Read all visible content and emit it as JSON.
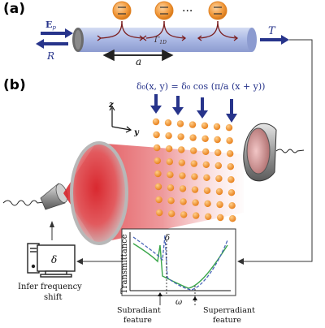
{
  "panel_a": {
    "label": "(a)",
    "probe_label": "E",
    "probe_sub": "p",
    "reflection_label": "R",
    "transmission_label": "T",
    "decay_label": "Γ",
    "decay_sub": "1D",
    "spacing_label": "a",
    "ellipsis": "···"
  },
  "panel_b": {
    "label": "(b)",
    "detuning_formula": "δ₀(x, y) = δ₀ cos (π/a (x + y))",
    "axis_z": "z",
    "axis_y": "y",
    "delta_box": "δ",
    "infer_line1": "Infer frequency",
    "infer_line2": "shift",
    "plot_ylabel": "Transmittance",
    "plot_xlabel": "ω",
    "plot_delta": "δ",
    "subradiant_line1": "Subradiant",
    "subradiant_line2": "feature",
    "superradiant_line1": "Superradiant",
    "superradiant_line2": "feature"
  },
  "colors": {
    "blue": "#27348b",
    "orange": "#f29a3c",
    "red": "#d8232a",
    "green": "#3aa64a",
    "dashed_blue": "#4a66b8",
    "waveguide": "#b8c4e8"
  }
}
